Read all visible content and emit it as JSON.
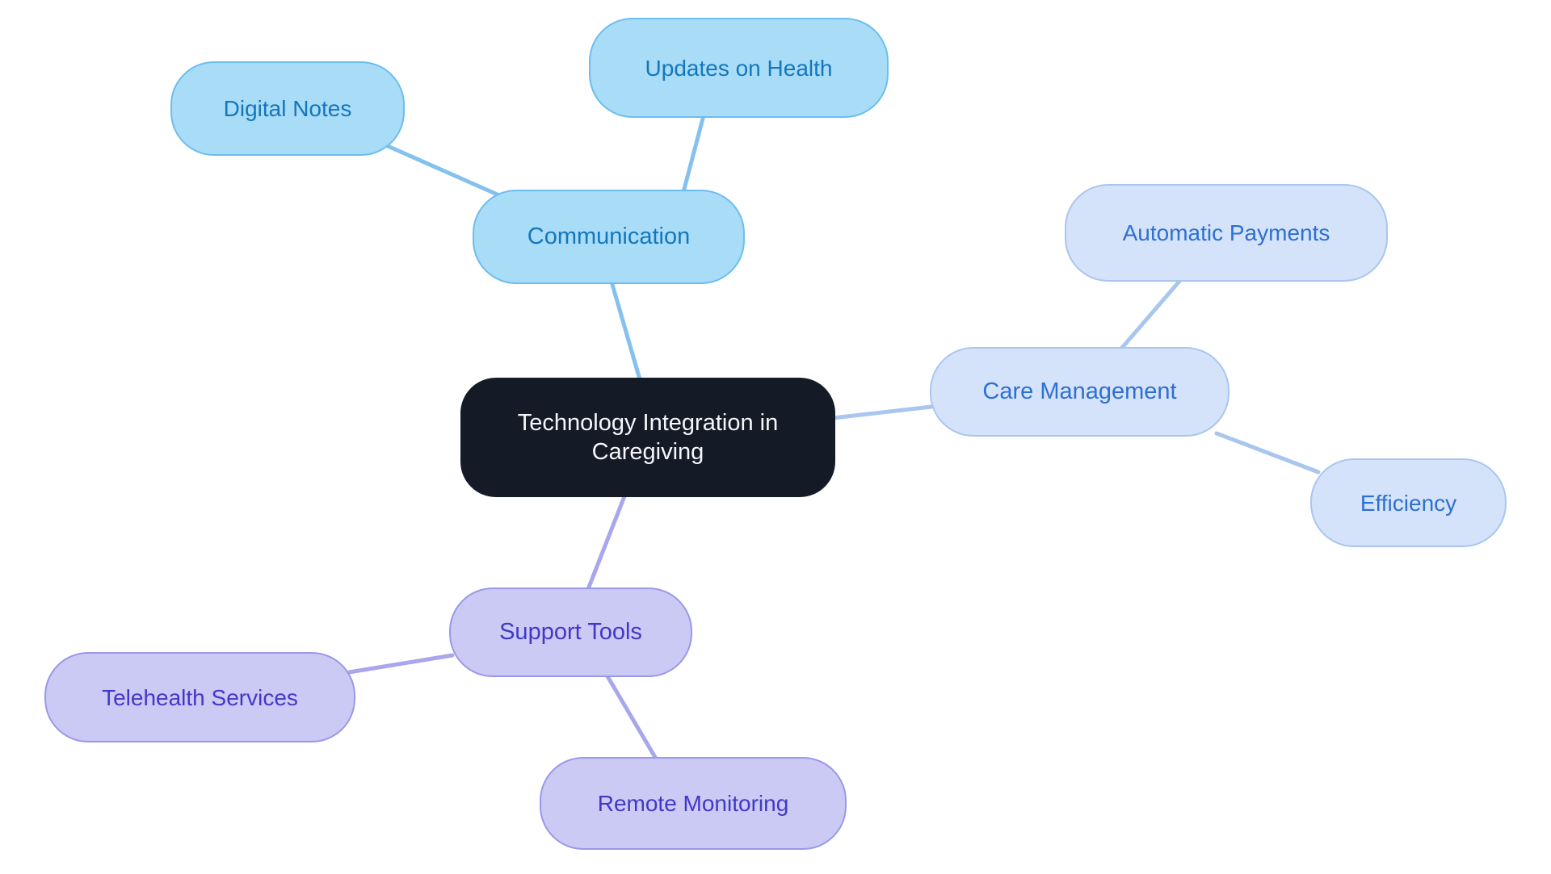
{
  "diagram": {
    "type": "mindmap",
    "title": "Technology Integration in Caregiving"
  },
  "nodes": {
    "central": {
      "label": "Technology Integration in Caregiving"
    },
    "communication": {
      "label": "Communication"
    },
    "digital_notes": {
      "label": "Digital Notes"
    },
    "updates_on_health": {
      "label": "Updates on Health"
    },
    "care_management": {
      "label": "Care Management"
    },
    "automatic_payments": {
      "label": "Automatic Payments"
    },
    "efficiency": {
      "label": "Efficiency"
    },
    "support_tools": {
      "label": "Support Tools"
    },
    "telehealth_services": {
      "label": "Telehealth Services"
    },
    "remote_monitoring": {
      "label": "Remote Monitoring"
    }
  },
  "structure": {
    "root": "Technology Integration in Caregiving",
    "branches": [
      {
        "label": "Communication",
        "children": [
          "Digital Notes",
          "Updates on Health"
        ]
      },
      {
        "label": "Care Management",
        "children": [
          "Automatic Payments",
          "Efficiency"
        ]
      },
      {
        "label": "Support Tools",
        "children": [
          "Telehealth Services",
          "Remote Monitoring"
        ]
      }
    ]
  },
  "colors": {
    "background": "#ffffff",
    "central_bg": "#141b26",
    "central_text": "#f5f7fa",
    "sky_bg": "#a9dcf7",
    "sky_border": "#6cbdf0",
    "sky_text": "#1377bd",
    "sky_edge": "#85c1ee",
    "periwinkle_bg": "#d4e3f9",
    "periwinkle_border": "#a9c6ef",
    "periwinkle_text": "#2e6fd2",
    "periwinkle_edge": "#a9c6ef",
    "lavender_bg": "#cbcaf4",
    "lavender_border": "#9a98e9",
    "lavender_text": "#4238c8",
    "lavender_edge": "#a8a6ec"
  }
}
